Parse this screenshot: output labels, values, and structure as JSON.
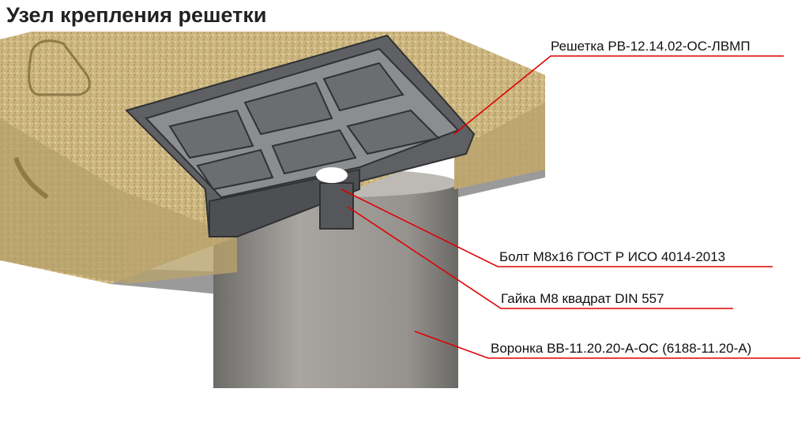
{
  "title": "Узел крепления решетки",
  "callouts": [
    {
      "id": "grating",
      "text": "Решетка РВ-12.14.02-ОС-ЛВМП"
    },
    {
      "id": "bolt",
      "text": "Болт М8х16 ГОСТ Р ИСО 4014-2013"
    },
    {
      "id": "nut",
      "text": "Гайка М8 квадрат DIN 557"
    },
    {
      "id": "funnel",
      "text": "Воронка ВВ-11.20.20-А-ОС (6188-11.20-А)"
    }
  ],
  "colors": {
    "leader": "#e00000",
    "concrete": "#c9b27a",
    "metal": "#5e6063",
    "pipe": "#9a9794"
  }
}
